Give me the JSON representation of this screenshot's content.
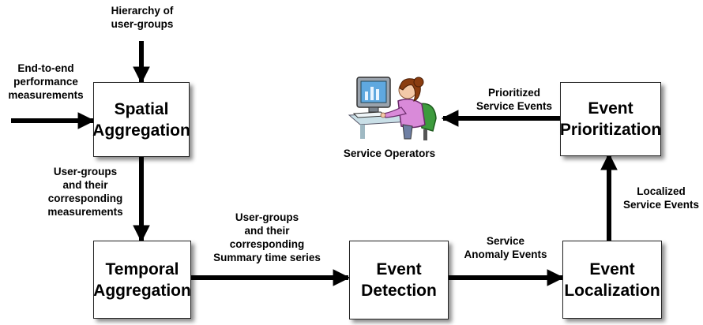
{
  "boxes": {
    "spatial": [
      "Spatial",
      "Aggregation"
    ],
    "temporal": [
      "Temporal",
      "Aggregation"
    ],
    "detection": [
      "Event",
      "Detection"
    ],
    "localization": [
      "Event",
      "Localization"
    ],
    "prioritization": [
      "Event",
      "Prioritization"
    ]
  },
  "labels": {
    "hierarchy": [
      "Hierarchy of",
      "user-groups"
    ],
    "end_to_end": [
      "End-to-end",
      "performance",
      "measurements"
    ],
    "user_groups_measurements": [
      "User-groups",
      "and their",
      "corresponding",
      "measurements"
    ],
    "user_groups_summary": [
      "User-groups",
      "and their",
      "corresponding",
      "Summary time series"
    ],
    "anomaly": [
      "Service",
      "Anomaly Events"
    ],
    "localized": [
      "Localized",
      "Service Events"
    ],
    "prioritized": [
      "Prioritized",
      "Service Events"
    ],
    "operators": "Service Operators"
  },
  "colors": {
    "arrow": "#000000",
    "operator_shirt": "#d98ad9",
    "operator_hair": "#8a3d10",
    "monitor_screen": "#5fa8df",
    "desk": "#c9dfe7",
    "chair": "#3d9b3d"
  },
  "icons": {
    "operator": "person-at-computer-icon"
  }
}
